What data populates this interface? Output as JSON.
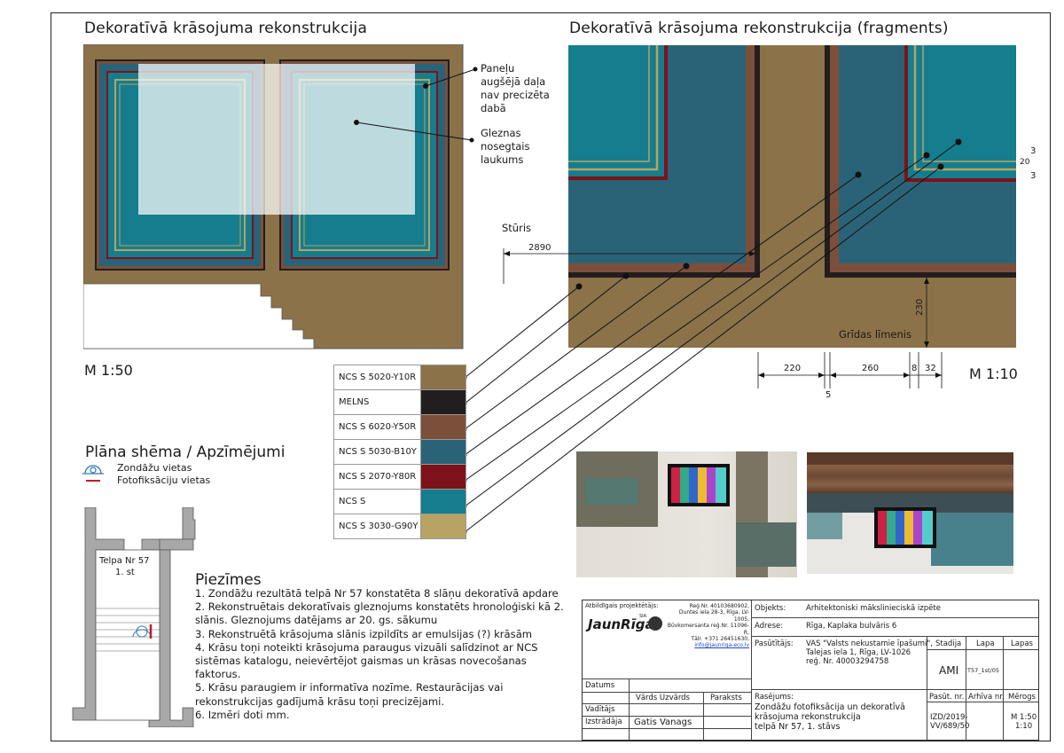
{
  "titles": {
    "left": "Dekoratīvā krāsojuma rekonstrukcija",
    "right": "Dekoratīvā krāsojuma rekonstrukcija (fragments)"
  },
  "scales": {
    "left": "M 1:50",
    "right": "M 1:10"
  },
  "annotations": {
    "panel_top_lines": [
      "Paneļu",
      "augšējā daļa",
      "nav precizēta",
      "dabā"
    ],
    "painting_lines": [
      "Gleznas",
      "nosegtais",
      "laukums"
    ],
    "corner": "Stūris",
    "floor_level": "Grīdas līmenis"
  },
  "dimensions": {
    "corner_dist": "2890",
    "height_230": "230",
    "w220": "220",
    "w5": "5",
    "w260": "260",
    "w8": "8",
    "w32": "32",
    "v3a": "3",
    "v20": "20",
    "v3b": "3"
  },
  "swatches": [
    {
      "label": "NCS S 5020-Y10R",
      "color": "#8c7249"
    },
    {
      "label": "MELNS",
      "color": "#221e1f"
    },
    {
      "label": "NCS S 6020-Y50R",
      "color": "#7c4f3b"
    },
    {
      "label": "NCS S 5030-B10Y",
      "color": "#2a6377"
    },
    {
      "label": "NCS S 2070-Y80R",
      "color": "#7d121a"
    },
    {
      "label": "NCS S",
      "color": "#157d8d"
    },
    {
      "label": "NCS S 3030-G90Y",
      "color": "#b7a363"
    }
  ],
  "colors": {
    "wall": "#8c7249",
    "black": "#221e1f",
    "brown": "#7c4f3b",
    "blue_dark": "#2a6377",
    "red": "#7d121a",
    "teal": "#157d8d",
    "olive": "#b7a363",
    "probe_blue": "#2f78b8",
    "photo_red": "#c01b2b"
  },
  "legend": {
    "title": "Plāna shēma / Apzīmējumi",
    "probe": "Zondāžu vietas",
    "photo": "Fotofiksāciju vietas"
  },
  "plan": {
    "room": "Telpa Nr 57",
    "floor": "1. st"
  },
  "notes": {
    "title": "Piezīmes",
    "lines": [
      "1. Zondāžu rezultātā telpā Nr 57 konstatēta 8 slāņu dekoratīvā apdare",
      "2. Rekonstruētais dekoratīvais gleznojums konstatēts hronoloģiski kā 2.",
      "slānis. Gleznojums datējams ar 20. gs. sākumu",
      "3. Rekonstruētā krāsojuma slānis izpildīts ar emulsijas (?) krāsām",
      "4. Krāsu toņi noteikti krāsojuma paraugus vizuāli salīdzinot ar NCS",
      "sistēmas katalogu, neievērtējot gaismas un krāsas novecošanas faktorus.",
      "5. Krāsu paraugiem ir informatīva nozīme. Restaurācijas vai",
      "rekonstrukcijas gadījumā krāsu toņi precizējami.",
      "6. Izmēri doti mm."
    ]
  },
  "title_block": {
    "designer_label": "Atbildīgais projektētājs:",
    "company_logo": "JaunRīga",
    "company_suffix": "SIA",
    "company_lines": [
      "Reģ Nr. 40103680902,",
      "Duntes iela 28-3, Rīga, LV-1005,",
      "Būvkomersanta reģ.Nr. 11096-R,",
      "Tālr. +371 26451630,",
      "info@jaunriga-eco.lv"
    ],
    "object_label": "Objekts:",
    "object_value": "Arhitektoniski mākslinieciskā izpēte",
    "address_label": "Adrese:",
    "address_value": "Rīga, Kaplaka bulvāris 6",
    "client_label": "Pasūtītājs:",
    "client_lines": [
      "VAS \"Valsts nekustamie īpašumi\",",
      "Talejas iela 1, Rīga, LV-1026",
      "reģ. Nr. 40003294758"
    ],
    "stage_label": "Stadija",
    "stage_value": "AMI",
    "sheet_label": "Lapa",
    "sheet_value": "T57_1st/05",
    "sheets_label": "Lapas",
    "sheets_value": "",
    "date_label": "Datums",
    "name_label": "Vārds Uzvārds",
    "sign_label": "Paraksts",
    "checked_label": "Vadītājs",
    "made_label": "Izstrādāja",
    "made_value": "Gatis Vanags",
    "drawing_label": "Rasējums:",
    "drawing_lines": [
      "Zondāžu fotofiksācija un dekoratīvā",
      "krāsojuma rekonstrukcija",
      "telpā Nr 57, 1. stāvs"
    ],
    "order_label": "Pasūt. nr.",
    "order_value_lines": [
      "IZD/2019-",
      "VV/689/50"
    ],
    "archive_label": "Arhīva nr.",
    "archive_value": "",
    "scale_label": "Mērogs",
    "scale_value_lines": [
      "M 1:50",
      "1:10"
    ]
  }
}
